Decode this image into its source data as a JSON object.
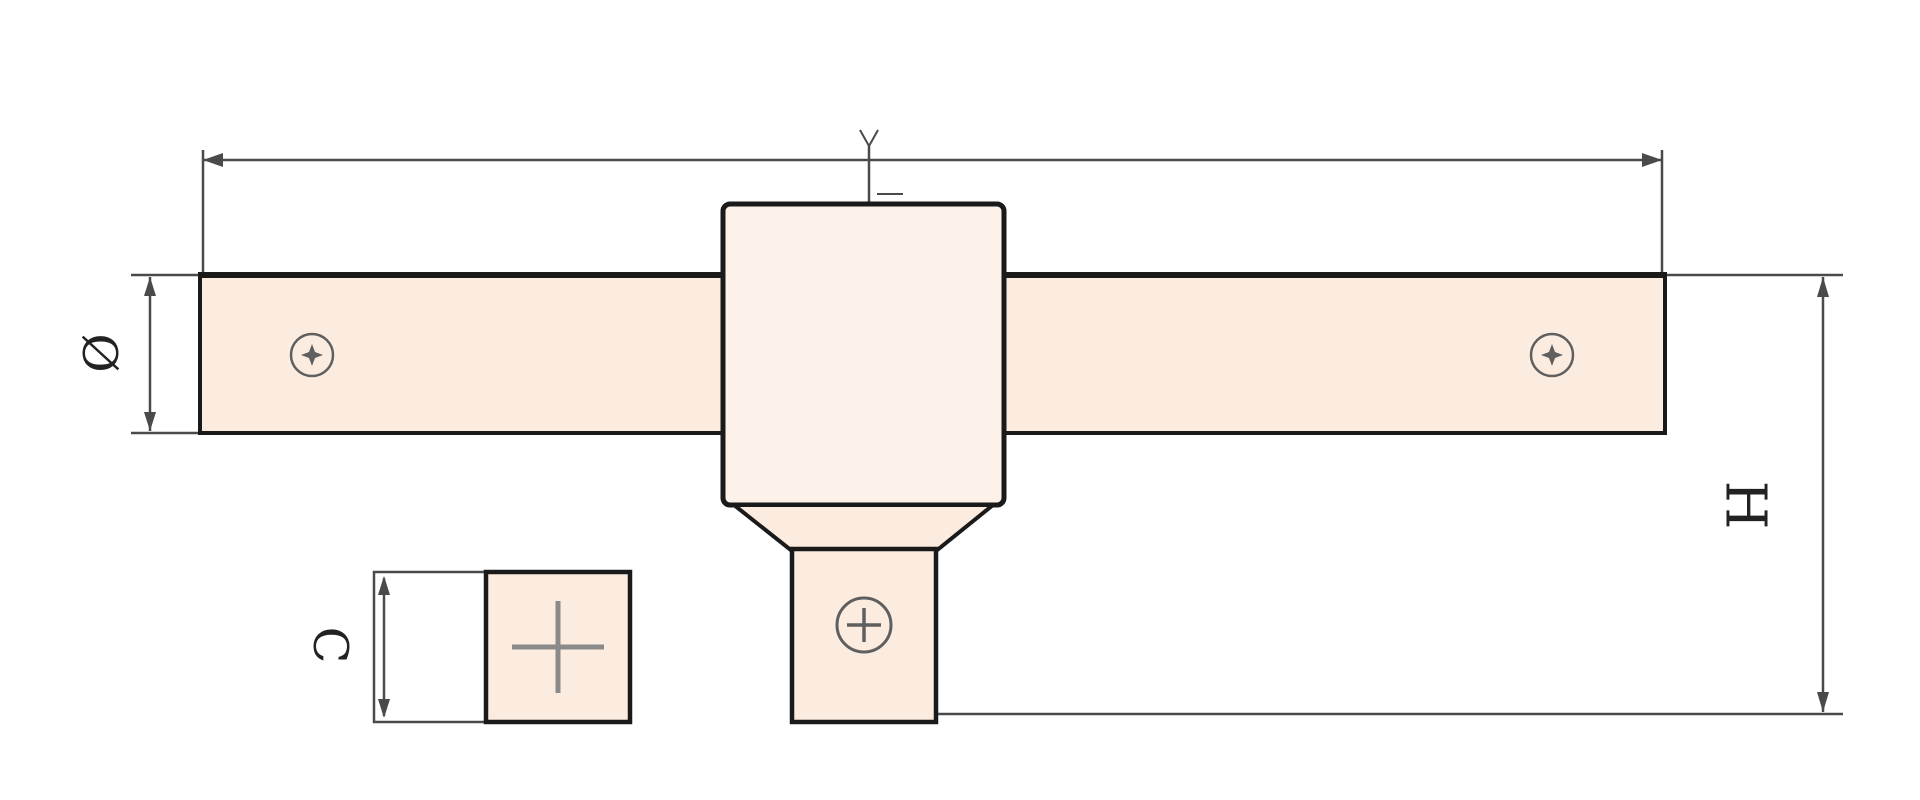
{
  "drawing": {
    "type": "technical-dimension-drawing",
    "subject": "t-handle-bar-with-square-drive",
    "labels": {
      "height": "H",
      "section": "C",
      "diameter": "Ø"
    }
  },
  "colors": {
    "bg": "#ffffff",
    "body_fill": "#fcecdf",
    "block_fill": "#fdf2ea",
    "outline": "#1a1a1a",
    "dim": "#4a4a4a",
    "screw": "#5f5f5f",
    "cross": "#8a8a8a",
    "label": "#222222"
  }
}
